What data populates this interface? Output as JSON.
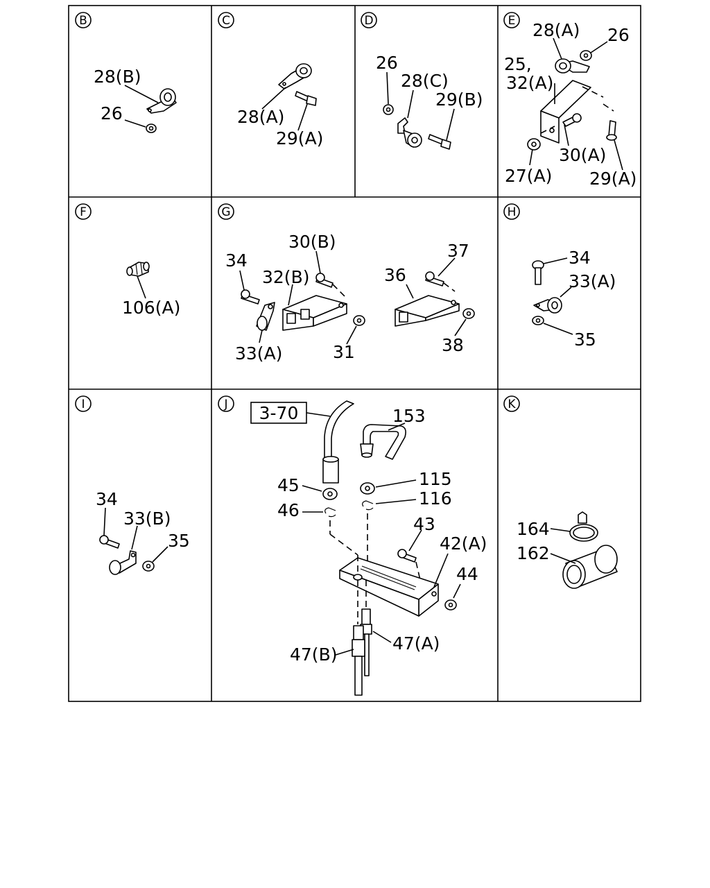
{
  "panels": {
    "B": {
      "letter": "B",
      "labels": [
        "28(B)",
        "26"
      ]
    },
    "C": {
      "letter": "C",
      "labels": [
        "28(A)",
        "29(A)"
      ]
    },
    "D": {
      "letter": "D",
      "labels": [
        "26",
        "28(C)",
        "29(B)"
      ]
    },
    "E": {
      "letter": "E",
      "labels": [
        "28(A)",
        "26",
        "25,",
        "32(A)",
        "30(A)",
        "27(A)",
        "29(A)"
      ]
    },
    "F": {
      "letter": "F",
      "labels": [
        "106(A)"
      ]
    },
    "G": {
      "letter": "G",
      "labels": [
        "30(B)",
        "34",
        "32(B)",
        "37",
        "36",
        "33(A)",
        "31",
        "38"
      ]
    },
    "H": {
      "letter": "H",
      "labels": [
        "34",
        "33(A)",
        "35"
      ]
    },
    "I": {
      "letter": "I",
      "labels": [
        "34",
        "33(B)",
        "35"
      ]
    },
    "J": {
      "letter": "J",
      "ref_box": "3-70",
      "labels": [
        "153",
        "45",
        "115",
        "46",
        "116",
        "43",
        "42(A)",
        "44",
        "47(A)",
        "47(B)"
      ]
    },
    "K": {
      "letter": "K",
      "labels": [
        "164",
        "162"
      ]
    }
  }
}
